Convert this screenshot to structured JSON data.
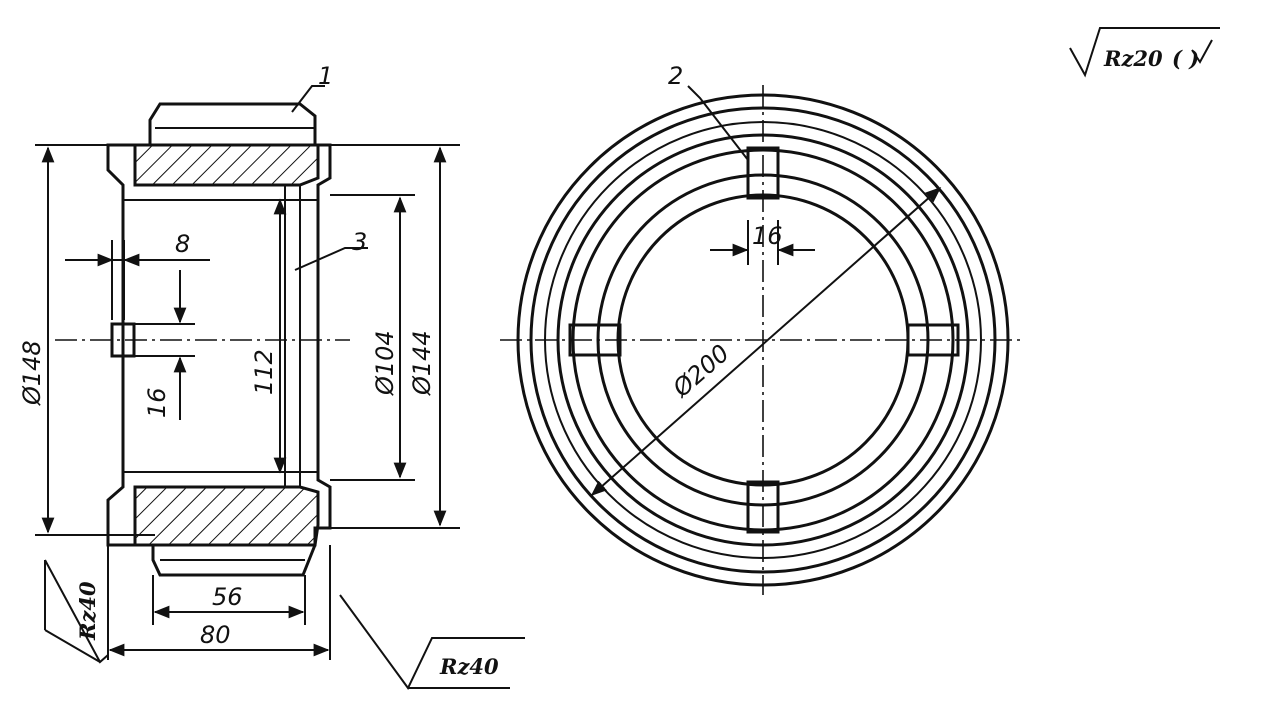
{
  "drawing": {
    "labels": {
      "part_1": "1",
      "part_2": "2",
      "part_3": "3",
      "dim_diameter_148": "Ø148",
      "dim_diameter_104": "Ø104",
      "dim_diameter_144": "Ø144",
      "dim_diameter_200": "Ø200",
      "dim_112": "112",
      "dim_8": "8",
      "dim_16_section": "16",
      "dim_16_top": "16",
      "dim_56": "56",
      "dim_80": "80"
    },
    "roughness": {
      "general": "Rz20",
      "general_suffix": "( )",
      "left": "Rz40",
      "bottom_right": "Rz40"
    }
  }
}
